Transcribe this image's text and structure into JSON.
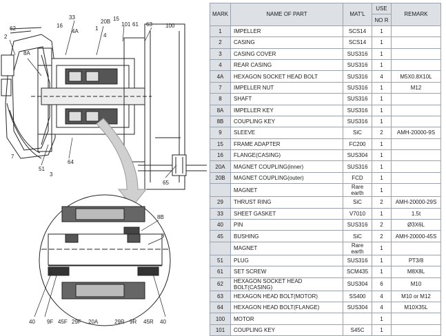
{
  "table": {
    "headers": {
      "mark": "MARK",
      "name": "NAME OF PART",
      "material": "MAT'L",
      "use": "USE",
      "nor": "NO R",
      "remark": "REMARK"
    },
    "rows": [
      {
        "mark": "1",
        "name": "IMPELLER",
        "material": "SCS14",
        "nor": "1",
        "remark": ""
      },
      {
        "mark": "2",
        "name": "CASING",
        "material": "SCS14",
        "nor": "1",
        "remark": ""
      },
      {
        "mark": "3",
        "name": "CASING COVER",
        "material": "SUS316",
        "nor": "1",
        "remark": ""
      },
      {
        "mark": "4",
        "name": "REAR CASING",
        "material": "SUS316",
        "nor": "1",
        "remark": ""
      },
      {
        "mark": "4A",
        "name": "HEXAGON SOCKET HEAD BOLT",
        "material": "SUS316",
        "nor": "4",
        "remark": "M5X0.8X10L"
      },
      {
        "mark": "7",
        "name": "IMPELLER NUT",
        "material": "SUS316",
        "nor": "1",
        "remark": "M12"
      },
      {
        "mark": "8",
        "name": "SHAFT",
        "material": "SUS316",
        "nor": "1",
        "remark": ""
      },
      {
        "mark": "8A",
        "name": "IMPELLER KEY",
        "material": "SUS316",
        "nor": "1",
        "remark": ""
      },
      {
        "mark": "8B",
        "name": "COUPLING KEY",
        "material": "SUS316",
        "nor": "1",
        "remark": ""
      },
      {
        "mark": "9",
        "name": "SLEEVE",
        "material": "SiC",
        "nor": "2",
        "remark": "AMH-20000-9S"
      },
      {
        "mark": "15",
        "name": "FRAME ADAPTER",
        "material": "FC200",
        "nor": "1",
        "remark": ""
      },
      {
        "mark": "16",
        "name": "FLANGE(CASING)",
        "material": "SUS304",
        "nor": "1",
        "remark": ""
      },
      {
        "mark": "20A",
        "name": "MAGNET COUPLING(inner)",
        "material": "SUS316",
        "nor": "1",
        "remark": ""
      },
      {
        "mark": "20B",
        "name": "MAGNET COUPLING(outer)",
        "material": "FCD",
        "nor": "1",
        "remark": ""
      },
      {
        "mark": "",
        "name": "MAGNET",
        "material": "Rare earth",
        "nor": "1",
        "remark": ""
      },
      {
        "mark": "29",
        "name": "THRUST RING",
        "material": "SiC",
        "nor": "2",
        "remark": "AMH-20000-29S"
      },
      {
        "mark": "33",
        "name": "SHEET GASKET",
        "material": "V7010",
        "nor": "1",
        "remark": "1.5t"
      },
      {
        "mark": "40",
        "name": "PIN",
        "material": "SUS316",
        "nor": "2",
        "remark": "Ø3X6L"
      },
      {
        "mark": "45",
        "name": "BUSHING",
        "material": "SiC",
        "nor": "2",
        "remark": "AMH-20000-45S"
      },
      {
        "mark": "",
        "name": "MAGNET",
        "material": "Rare earth",
        "nor": "1",
        "remark": ""
      },
      {
        "mark": "51",
        "name": "PLUG",
        "material": "SUS316",
        "nor": "1",
        "remark": "PT3/8"
      },
      {
        "mark": "61",
        "name": "SET SCREW",
        "material": "SCM435",
        "nor": "1",
        "remark": "M8X8L"
      },
      {
        "mark": "62",
        "name": "HEXAGON SOCKET HEAD BOLT(CASING)",
        "material": "SUS304",
        "nor": "6",
        "remark": "M10"
      },
      {
        "mark": "63",
        "name": "HEXAGON HEAD BOLT(MOTOR)",
        "material": "SS400",
        "nor": "4",
        "remark": "M10 or M12"
      },
      {
        "mark": "64",
        "name": "HEXAGON HEAD BOLT(FLANGE)",
        "material": "SUS304",
        "nor": "4",
        "remark": "M10X35L"
      },
      {
        "mark": "100",
        "name": "MOTOR",
        "material": "",
        "nor": "1",
        "remark": ""
      },
      {
        "mark": "101",
        "name": "COUPLING KEY",
        "material": "S45C",
        "nor": "1",
        "remark": ""
      }
    ]
  },
  "drawing": {
    "top_labels": [
      "33",
      "2",
      "62",
      "16",
      "4A",
      "8A",
      "20B",
      "15",
      "101",
      "61",
      "63",
      "100",
      "1",
      "4"
    ],
    "bottom_labels": [
      "7",
      "51",
      "3",
      "64",
      "65"
    ],
    "detail_labels": [
      "8B",
      "8",
      "40",
      "9F",
      "45F",
      "29F",
      "20A",
      "29R",
      "9R",
      "45R",
      "40"
    ]
  }
}
